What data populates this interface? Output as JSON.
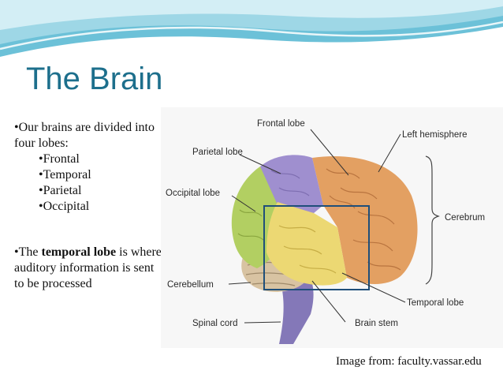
{
  "slide": {
    "title": "The Brain",
    "intro": "•Our brains are divided into four lobes:",
    "lobes": [
      "•Frontal",
      "•Temporal",
      "•Parietal",
      "•Occipital"
    ],
    "temporal_prefix": "•The ",
    "temporal_bold": "temporal lobe",
    "temporal_suffix": " is where auditory information is sent to be processed",
    "credit": "Image from: faculty.vassar.edu"
  },
  "diagram": {
    "labels": {
      "frontal": "Frontal lobe",
      "left_hemisphere": "Left hemisphere",
      "parietal": "Parietal lobe",
      "occipital": "Occipital lobe",
      "cerebrum": "Cerebrum",
      "cerebellum": "Cerebellum",
      "temporal": "Temporal lobe",
      "spinal_cord": "Spinal cord",
      "brain_stem": "Brain stem"
    },
    "colors": {
      "frontal": "#e3a062",
      "parietal": "#9f8fcf",
      "occipital": "#b2cf62",
      "temporal": "#ecd873",
      "cerebellum": "#d8c3a2",
      "brainstem": "#8478b8",
      "highlight_box": "#1f4f7a",
      "title": "#1d6f8c"
    }
  }
}
